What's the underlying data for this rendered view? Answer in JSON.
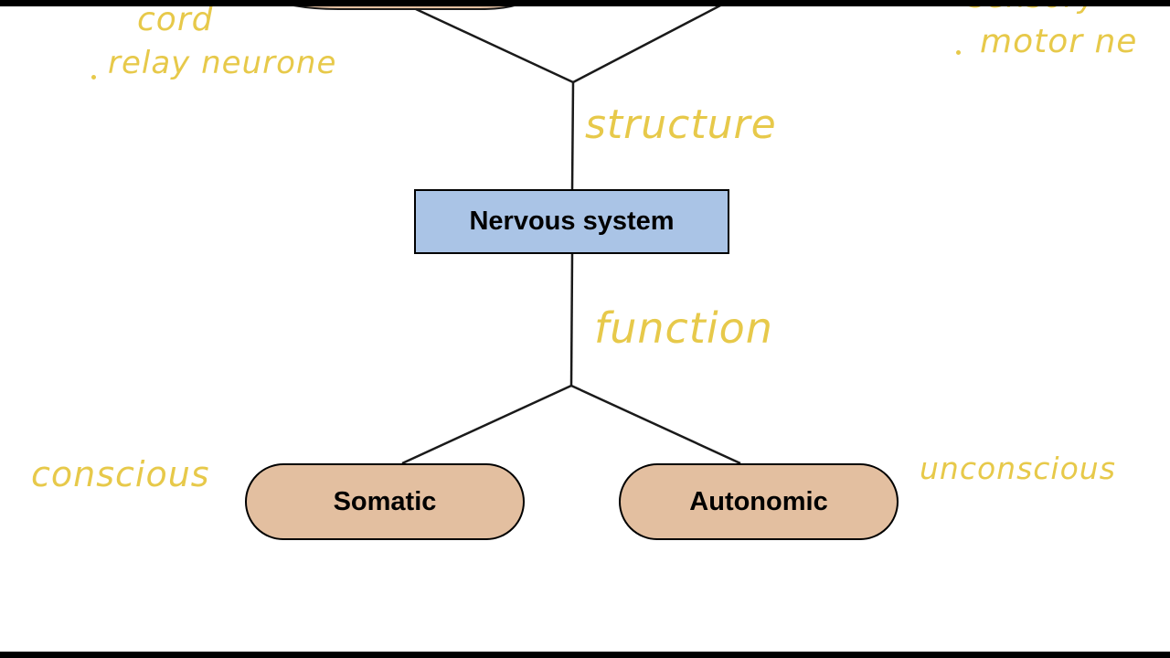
{
  "colors": {
    "frame": "#000000",
    "background": "#ffffff",
    "root_fill": "#aac4e6",
    "child_fill": "#e3bfa0",
    "handwriting": "#e7c94a",
    "line": "#1a1a1a"
  },
  "nodes": {
    "root": {
      "label": "Nervous system"
    },
    "left_child": {
      "label": "Somatic"
    },
    "right_child": {
      "label": "Autonomic"
    }
  },
  "annotations": {
    "top_left_line1": "cord",
    "top_left_line2": "relay neurone",
    "top_right_line1": "sensory",
    "top_right_line2": "motor ne",
    "structure": "structure",
    "function": "function",
    "left_child_note": "conscious",
    "right_child_note": "unconscious"
  }
}
